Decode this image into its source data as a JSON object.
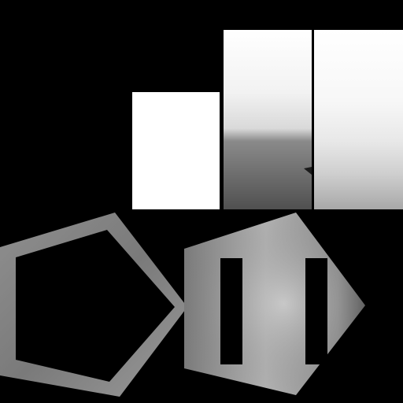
{
  "scene": {
    "background_color": "#000000",
    "panels": [
      {
        "name": "white-block",
        "fill": "#ffffff"
      },
      {
        "name": "middle-panel",
        "gradient": [
          "#ffffff",
          "#f2f2f2",
          "#d9d9d9",
          "#6e6e6e",
          "#505050"
        ]
      },
      {
        "name": "right-panel",
        "gradient": [
          "#ffffff",
          "#f5f5f5",
          "#e0e0e0",
          "#c4c4c4",
          "#a8a8a8"
        ]
      }
    ],
    "pentagon_outline": {
      "colors": [
        "#9a9a9a",
        "#7b7b7b",
        "#8c8c8c"
      ]
    },
    "pentagon_solid": {
      "colors": [
        "#8a8a8a",
        "#6c6c6c",
        "#c8c8c8"
      ]
    },
    "slots": {
      "fill": "#000000",
      "count": 2
    }
  }
}
